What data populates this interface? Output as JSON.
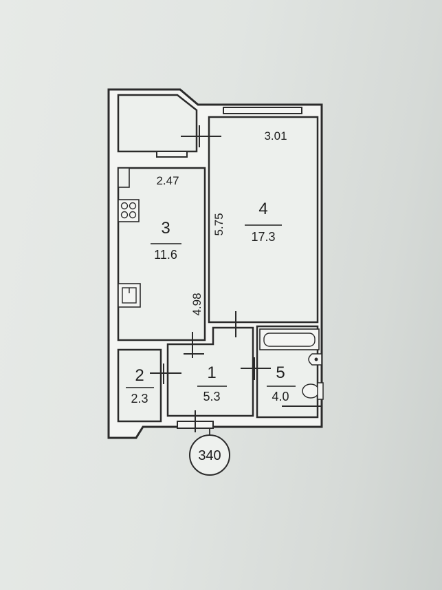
{
  "plan": {
    "apartment_number": "340",
    "rooms": [
      {
        "id": "1",
        "area": "5.3"
      },
      {
        "id": "2",
        "area": "2.3"
      },
      {
        "id": "3",
        "area": "11.6"
      },
      {
        "id": "4",
        "area": "17.3"
      },
      {
        "id": "5",
        "area": "4.0"
      }
    ],
    "dimensions": {
      "balcony_width": "3.01",
      "kitchen_width": "2.47",
      "room_depth": "5.75",
      "kitchen_depth": "4.98"
    }
  }
}
